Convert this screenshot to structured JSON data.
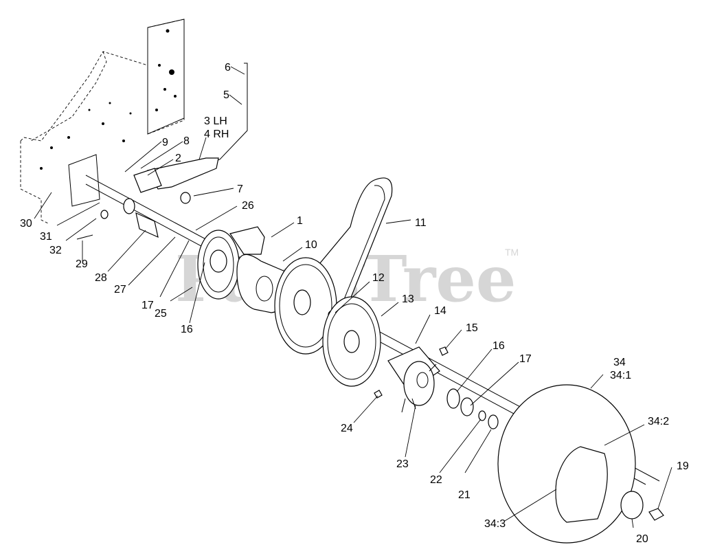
{
  "watermark": {
    "text": "PartsTree",
    "trademark": "TM"
  },
  "callouts": {
    "c1": "1",
    "c2": "2",
    "c3": "3 LH",
    "c4": "4 RH",
    "c5": "5",
    "c6": "6",
    "c7": "7",
    "c8": "8",
    "c9": "9",
    "c10": "10",
    "c11": "11",
    "c12": "12",
    "c13": "13",
    "c14": "14",
    "c15": "15",
    "c16a": "16",
    "c16b": "16",
    "c17a": "17",
    "c17b": "17",
    "c19": "19",
    "c20": "20",
    "c21": "21",
    "c22": "22",
    "c23": "23",
    "c24": "24",
    "c25": "25",
    "c26": "26",
    "c27": "27",
    "c28": "28",
    "c29": "29",
    "c30": "30",
    "c31": "31",
    "c32": "32",
    "c34": "34",
    "c34_1": "34:1",
    "c34_2": "34:2",
    "c34_3": "34:3"
  }
}
